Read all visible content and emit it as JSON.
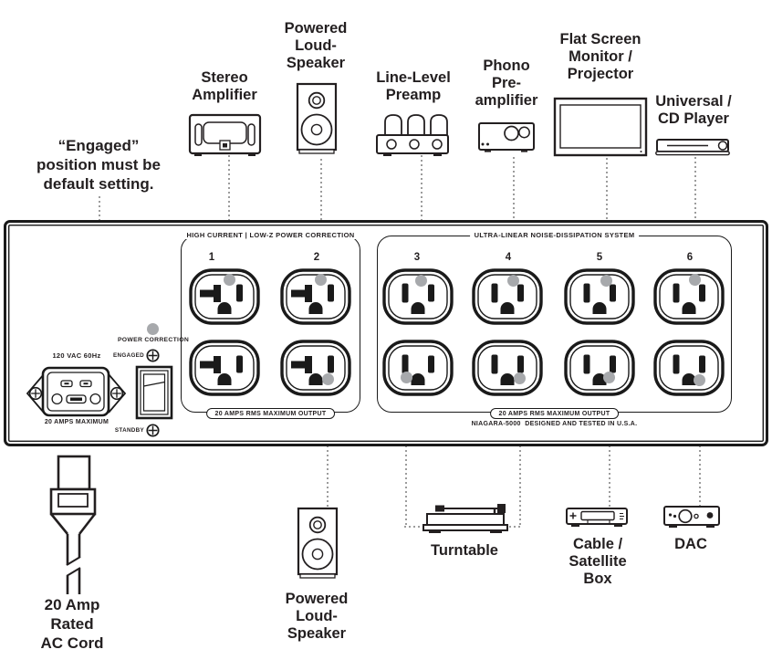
{
  "colors": {
    "ink": "#231f20",
    "dot_gray": "#a7a9ac",
    "connector_gray": "#9c9c9c"
  },
  "note": {
    "lines": [
      "“Engaged”",
      "position must be",
      "default setting."
    ]
  },
  "top_devices": [
    {
      "id": "stereo-amplifier",
      "lines": [
        "Stereo",
        "Amplifier"
      ]
    },
    {
      "id": "powered-loudspeaker",
      "lines": [
        "Powered",
        "Loud-",
        "Speaker"
      ]
    },
    {
      "id": "line-level-preamp",
      "lines": [
        "Line-Level",
        "Preamp"
      ]
    },
    {
      "id": "phono-preamplifier",
      "lines": [
        "Phono",
        "Pre-",
        "amplifier"
      ]
    },
    {
      "id": "flat-screen-monitor",
      "lines": [
        "Flat Screen",
        "Monitor /",
        "Projector"
      ]
    },
    {
      "id": "universal-cd-player",
      "lines": [
        "Universal /",
        "CD Player"
      ]
    }
  ],
  "bottom_devices": [
    {
      "id": "powered-loudspeaker-bottom",
      "lines": [
        "Powered",
        "Loud-",
        "Speaker"
      ]
    },
    {
      "id": "turntable",
      "lines": [
        "Turntable"
      ]
    },
    {
      "id": "cable-satellite-box",
      "lines": [
        "Cable /",
        "Satellite",
        "Box"
      ]
    },
    {
      "id": "dac",
      "lines": [
        "DAC"
      ]
    }
  ],
  "ac_cord": {
    "lines": [
      "20 Amp",
      "Rated",
      "AC Cord"
    ]
  },
  "unit": {
    "inlet": {
      "rating_top": "120 VAC 60Hz",
      "rating_bottom": "20 AMPS MAXIMUM"
    },
    "power_switch": {
      "label": "POWER CORRECTION",
      "engaged": "ENGAGED",
      "standby": "STANDBY"
    },
    "groups": [
      {
        "label": "HIGH CURRENT | LOW-Z POWER CORRECTION",
        "output_label": "20 AMPS RMS MAXIMUM OUTPUT",
        "outlet_numbers": [
          "1",
          "2"
        ]
      },
      {
        "label": "ULTRA-LINEAR NOISE-DISSIPATION SYSTEM",
        "output_label": "20 AMPS RMS MAXIMUM OUTPUT",
        "outlet_numbers": [
          "3",
          "4",
          "5",
          "6"
        ]
      }
    ],
    "footer": "NIAGARA-5000  DESIGNED AND TESTED IN U.S.A."
  }
}
